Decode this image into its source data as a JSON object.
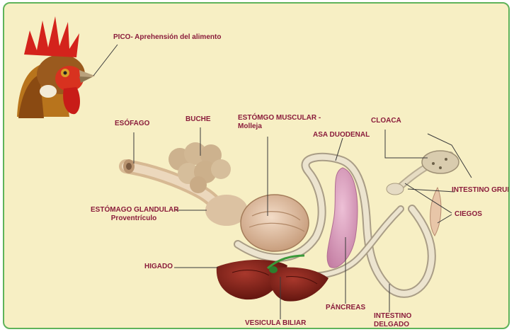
{
  "labels": {
    "pico": "PICO- Aprehensión del alimento",
    "esofago": "ESÓFAGO",
    "buche": "BUCHE",
    "molleja_line1": "ESTÓMGO MUSCULAR -",
    "molleja_line2": "Molleja",
    "cloaca": "CLOACA",
    "asa_duodenal": "ASA DUODENAL",
    "intestino_grueso": "INTESTINO GRUESO",
    "ciegos": "CIEGOS",
    "glandular_line1": "ESTÓMAGO GLANDULAR",
    "glandular_line2": "Proventrículo",
    "higado": "HIGADO",
    "pancreas": "PÁNCREAS",
    "vesicula": "VESICULA BILIAR",
    "delgado_line1": "INTESTINO",
    "delgado_line2": "DELGADO"
  },
  "colors": {
    "background": "#f7efc4",
    "border": "#5fb35a",
    "label": "#8a1c3b",
    "leader": "#3a3a3a",
    "organ_beige": "#e2cdae",
    "liver": "#7a1e16",
    "pancreas": "#d89ab8",
    "intestine": "#ece4cf"
  }
}
